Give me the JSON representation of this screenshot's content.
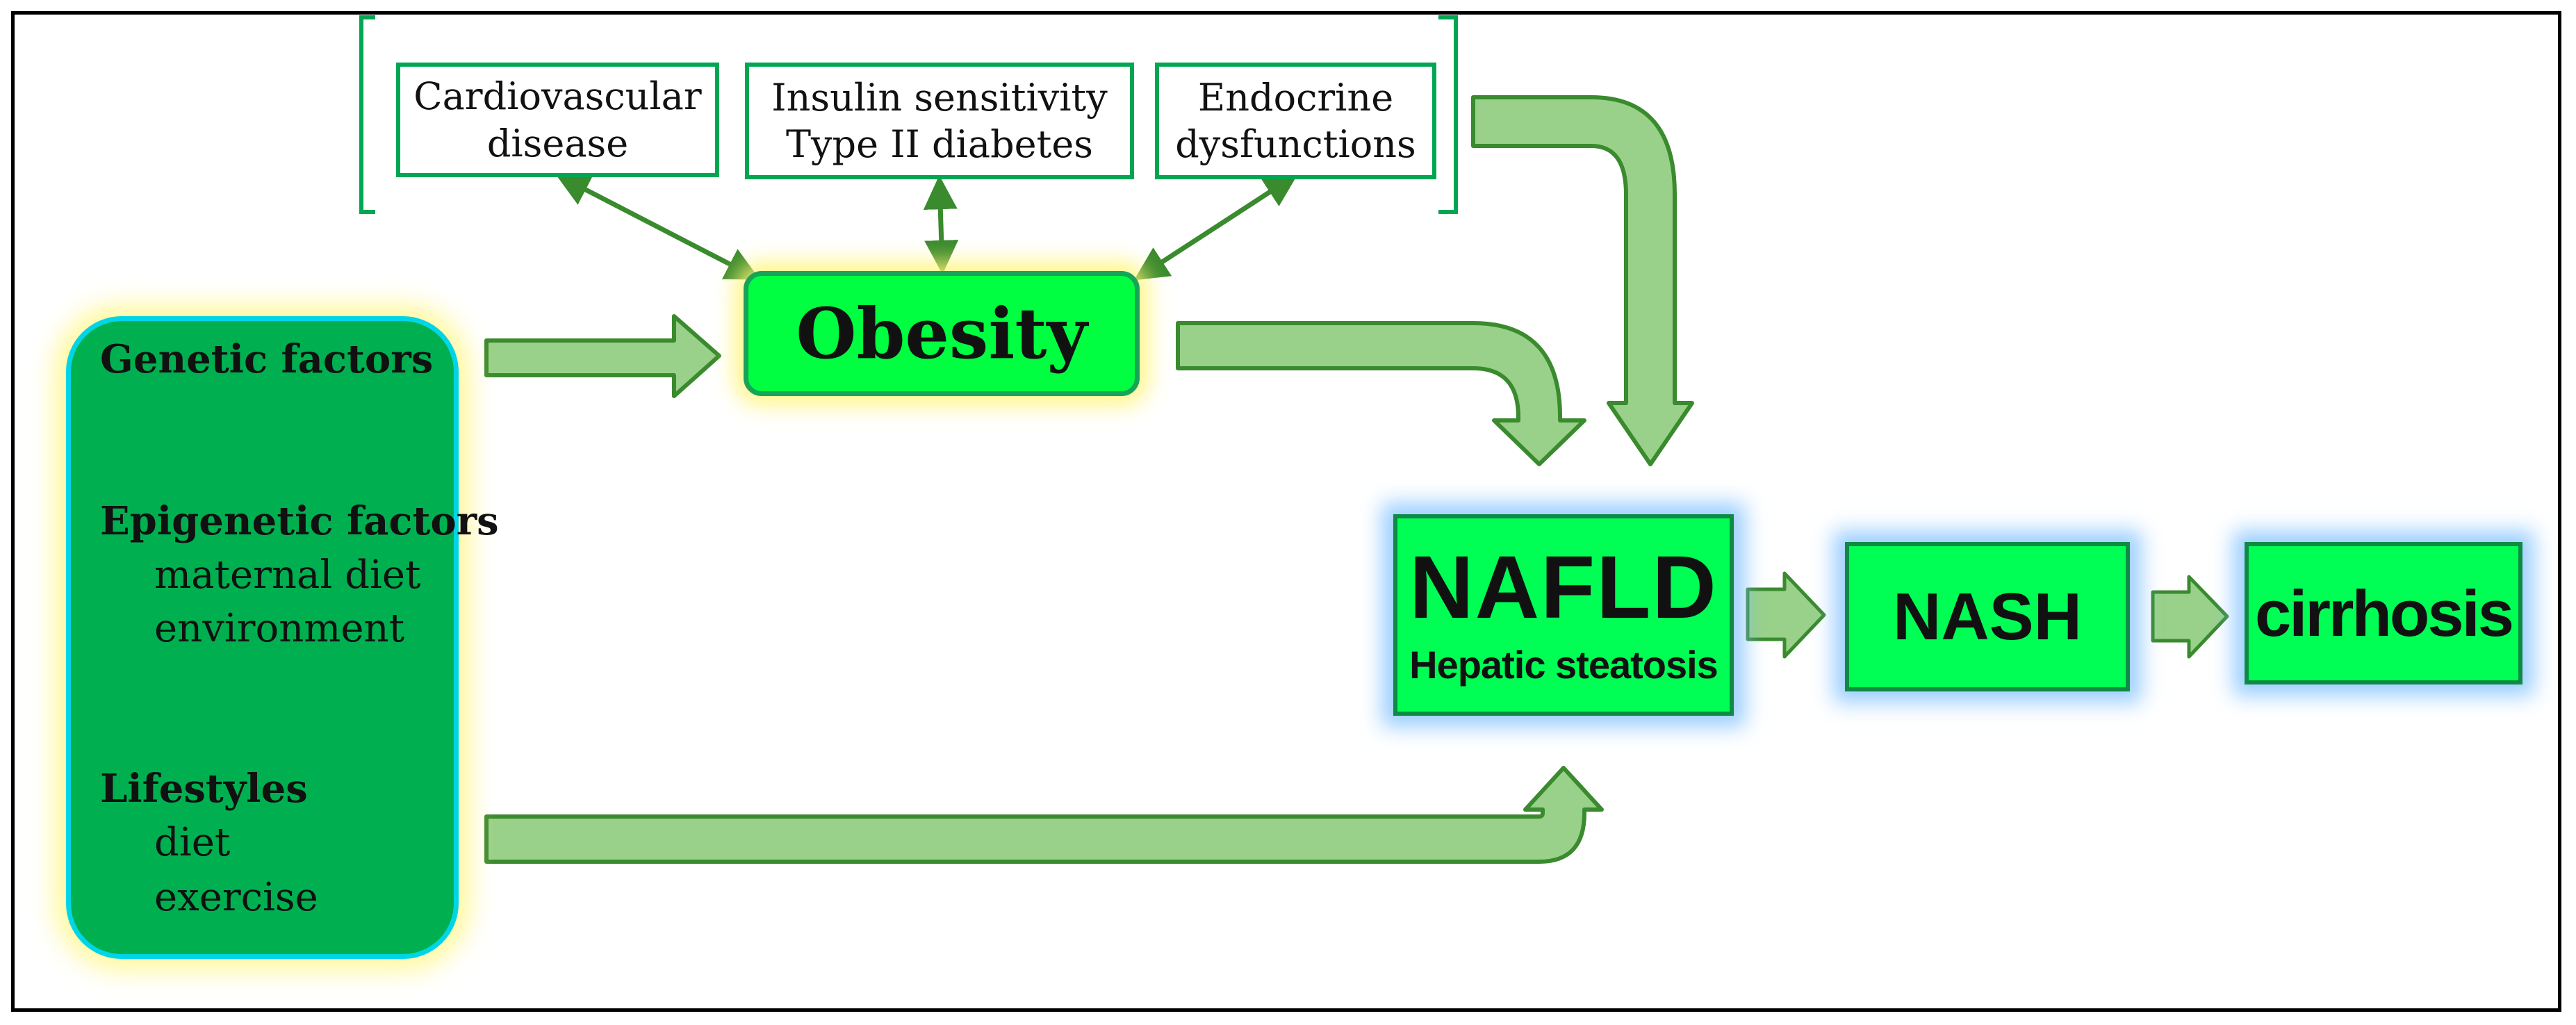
{
  "comorbidities": [
    {
      "line1": "Cardiovascular",
      "line2": "disease"
    },
    {
      "line1": "Insulin sensitivity",
      "line2": "Type II diabetes"
    },
    {
      "line1": "Endocrine",
      "line2": "dysfunctions"
    }
  ],
  "obesity": {
    "label": "Obesity"
  },
  "factors": {
    "genetic": {
      "title": "Genetic factors"
    },
    "epigenetic": {
      "title": "Epigenetic factors",
      "items": [
        "maternal diet",
        "environment"
      ]
    },
    "lifestyles": {
      "title": "Lifestyles",
      "items": [
        "diet",
        "exercise"
      ]
    }
  },
  "stages": {
    "nafld": {
      "title": "NAFLD",
      "subtitle": "Hepatic steatosis"
    },
    "nash": {
      "title": "NASH"
    },
    "cirrhosis": {
      "title": "cirrhosis"
    }
  },
  "colors": {
    "arrow_fill": "#99d18a",
    "arrow_stroke": "#3a8a2e",
    "link_line": "#3a8a2e",
    "comorbidity_border": "#00a651",
    "obesity_fill": "#00ff40",
    "factors_fill": "#00b050",
    "stage_fill": "#00ff55"
  }
}
